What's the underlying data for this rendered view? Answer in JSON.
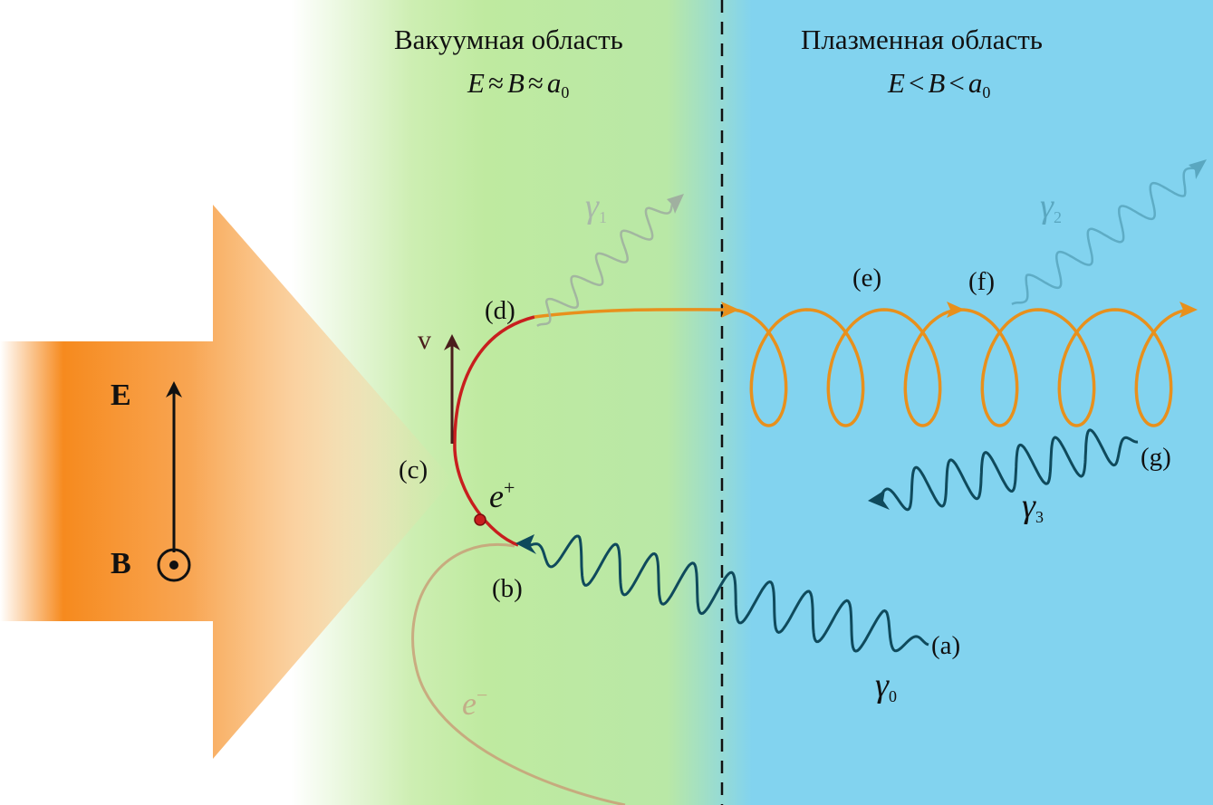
{
  "regions": {
    "vacuum": {
      "title": "Вакуумная область",
      "formula": {
        "lhs": "E",
        "op1": "≈",
        "mid": "B",
        "op2": "≈",
        "rhs": "a",
        "rhs_sub": "0"
      }
    },
    "plasma": {
      "title": "Плазменная область",
      "formula": {
        "lhs": "E",
        "op1": "<",
        "mid": "B",
        "op2": "<",
        "rhs": "a",
        "rhs_sub": "0"
      }
    }
  },
  "points": {
    "a": "(a)",
    "b": "(b)",
    "c": "(c)",
    "d": "(d)",
    "e": "(e)",
    "f": "(f)",
    "g": "(g)"
  },
  "photons": {
    "g0": {
      "symbol": "γ",
      "sub": "0"
    },
    "g1": {
      "symbol": "γ",
      "sub": "1"
    },
    "g2": {
      "symbol": "γ",
      "sub": "2"
    },
    "g3": {
      "symbol": "γ",
      "sub": "3"
    }
  },
  "particles": {
    "positron": {
      "symbol": "e",
      "charge": "+"
    },
    "electron": {
      "symbol": "e",
      "charge": "−"
    }
  },
  "fields": {
    "E": "E",
    "B": "B"
  },
  "velocity": {
    "label": "v"
  },
  "colors": {
    "laser": "#f68a1e",
    "vacuum": "#bfeaa0",
    "plasma": "#82d3ef",
    "photon": "#0f4a5c",
    "positron": "#c81e1e",
    "helix": "#e8901c",
    "electron_trail": "#c8a078"
  }
}
